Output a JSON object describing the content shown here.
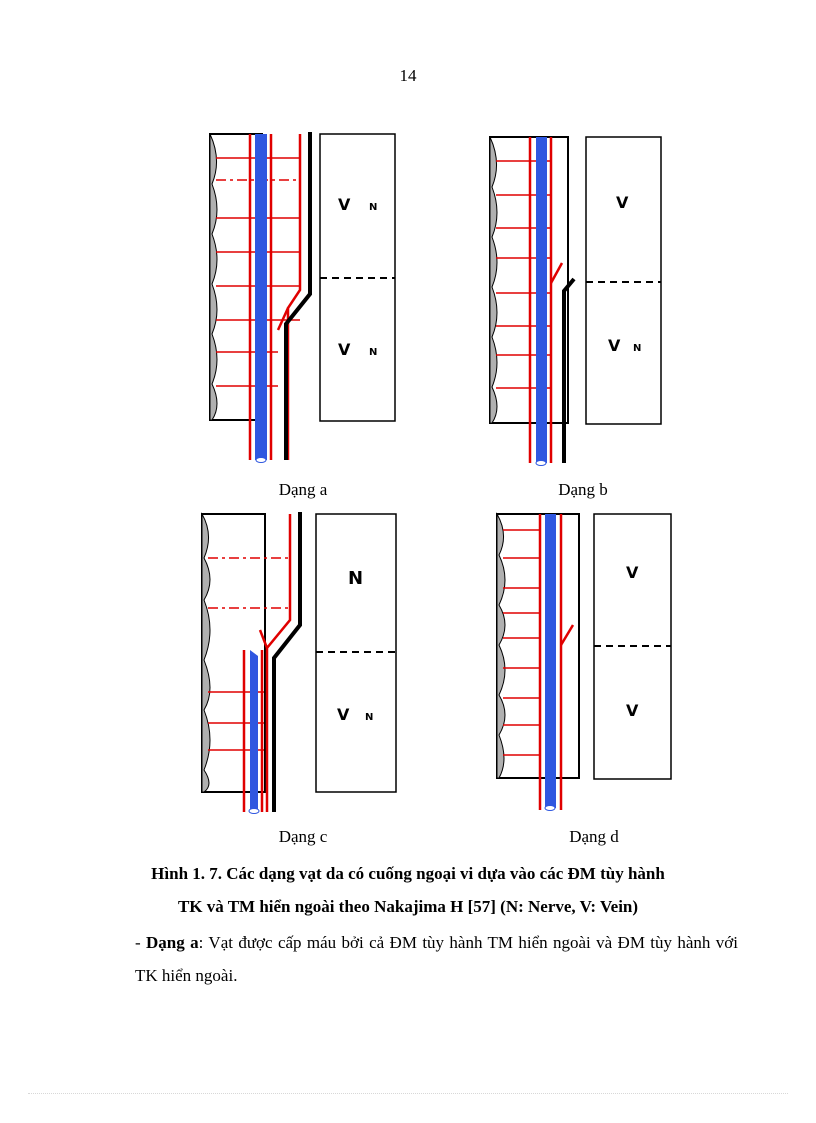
{
  "page": {
    "number": "14"
  },
  "figure": {
    "panels": [
      {
        "id": "a",
        "label": "Dạng a",
        "upper_box": [
          "V",
          "N"
        ],
        "lower_box": [
          "V",
          "N"
        ]
      },
      {
        "id": "b",
        "label": "Dạng b",
        "upper_box": [
          "V"
        ],
        "lower_box": [
          "V",
          "N"
        ]
      },
      {
        "id": "c",
        "label": "Dạng c",
        "upper_box": [
          "N"
        ],
        "lower_box": [
          "V",
          "N"
        ]
      },
      {
        "id": "d",
        "label": "Dạng d",
        "upper_box": [
          "V"
        ],
        "lower_box": [
          "V"
        ]
      }
    ],
    "caption_line1": "Hình 1. 7. Các dạng vạt da có cuống ngoại vi dựa vào các ĐM tùy hành",
    "caption_line2": "TK và TM hiển ngoài theo Nakajima H [57] (N: Nerve, V: Vein)",
    "colors": {
      "artery": "#e00000",
      "vein": "#2f57e0",
      "nerve": "#000000",
      "skin": "#9a9a9a"
    }
  },
  "body": {
    "lead": "- ",
    "term": "Dạng a",
    "text": ": Vạt được cấp máu bởi cả ĐM tùy hành TM hiển ngoài và ĐM tùy hành với TK hiển ngoài."
  }
}
